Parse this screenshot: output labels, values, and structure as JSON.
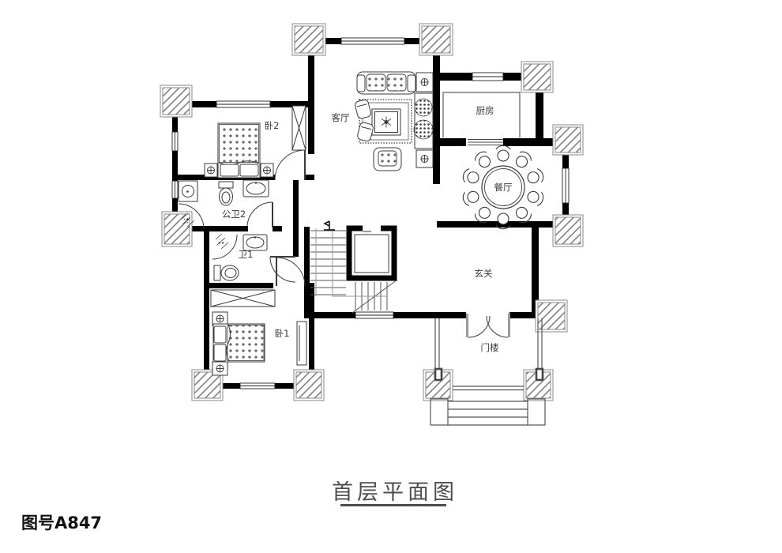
{
  "drawing": {
    "title": "首层平面图",
    "drawing_number": "图号A847",
    "rooms": [
      {
        "id": "bedroom2",
        "label": "卧2"
      },
      {
        "id": "living",
        "label": "客厅"
      },
      {
        "id": "kitchen",
        "label": "厨房"
      },
      {
        "id": "dining",
        "label": "餐厅"
      },
      {
        "id": "bath2",
        "label": "公卫2"
      },
      {
        "id": "bath1",
        "label": "卫1"
      },
      {
        "id": "bedroom1",
        "label": "卧1"
      },
      {
        "id": "foyer",
        "label": "玄关"
      },
      {
        "id": "porch",
        "label": "门楼"
      }
    ],
    "colors": {
      "wall": "#000000",
      "line": "#3a3a3a",
      "hatch": "#777777",
      "guide": "#999999",
      "title": "#4d4d4d"
    }
  }
}
